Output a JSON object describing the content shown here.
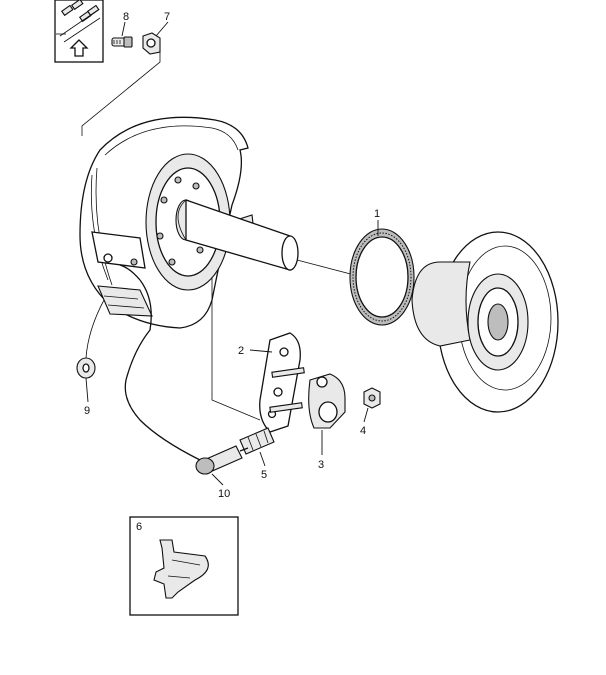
{
  "callouts": {
    "p1": "1",
    "p2": "2",
    "p3": "3",
    "p4": "4",
    "p5": "5",
    "p6": "6",
    "p7": "7",
    "p8": "8",
    "p9": "9",
    "p10": "10"
  },
  "icons": {
    "orientation_inset": "vehicle-orientation-icon",
    "up_arrow": "up-arrow-icon"
  }
}
